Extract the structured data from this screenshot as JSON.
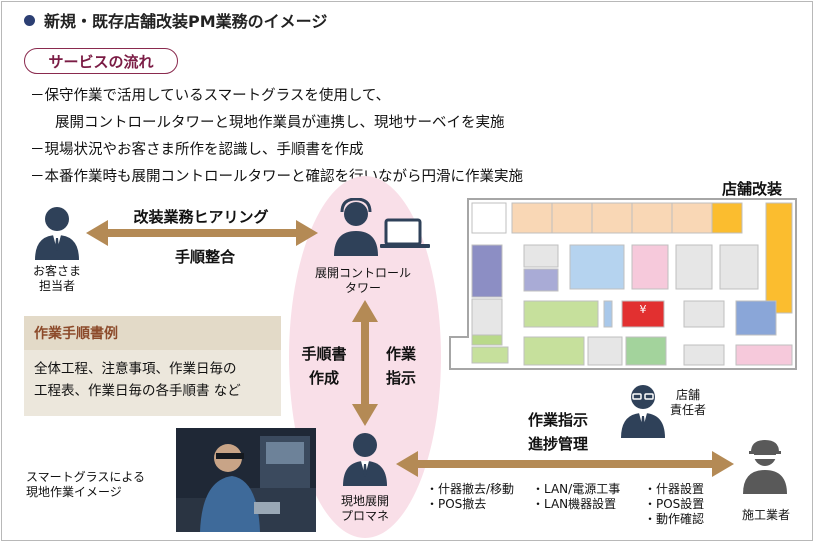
{
  "title": "新規・既存店舗改装PM業務のイメージ",
  "service_flow": {
    "label": "サービスの流れ",
    "lines": [
      "－保守作業で活用しているスマートグラスを使用して、",
      "展開コントロールタワーと現地作業員が連携し、現地サーベイを実施",
      "－現場状況やお客さま所作を認識し、手順書を作成",
      "－本番作業時も展開コントロールタワーと確認を行いながら円滑に作業実施"
    ]
  },
  "actors": {
    "customer": [
      "お客さま",
      "担当者"
    ],
    "control_tower": [
      "展開コントロール",
      "タワー"
    ],
    "local_pm": [
      "現地展開",
      "プロマネ"
    ],
    "store_manager": [
      "店舗",
      "責任者"
    ],
    "contractor": "施工業者"
  },
  "arrows": {
    "hearing": "改装業務ヒアリング",
    "adjust": "手順整合",
    "manual_create": [
      "手順書",
      "作成"
    ],
    "work_instruct": [
      "作業",
      "指示"
    ],
    "progress": [
      "作業指示",
      "進捗管理"
    ]
  },
  "manual_box": {
    "header": "作業手順書例",
    "lines": [
      "全体工程、注意事項、作業日毎の",
      "工程表、作業日毎の各手順書 など"
    ]
  },
  "photo_caption": [
    "スマートグラスによる",
    "現地作業イメージ"
  ],
  "store_renovation": "店舗改装",
  "floorplan_yen": "¥",
  "tasks": [
    [
      "・什器撤去/移動",
      "・POS撤去"
    ],
    [
      "・LAN/電源工事",
      "・LAN機器設置"
    ],
    [
      "・什器設置",
      "・POS設置",
      "・動作確認"
    ]
  ],
  "colors": {
    "arrow": "#b48a55",
    "ellipse": "#f9dfe8",
    "person": "#2f4159",
    "accent": "#7b1c45"
  }
}
